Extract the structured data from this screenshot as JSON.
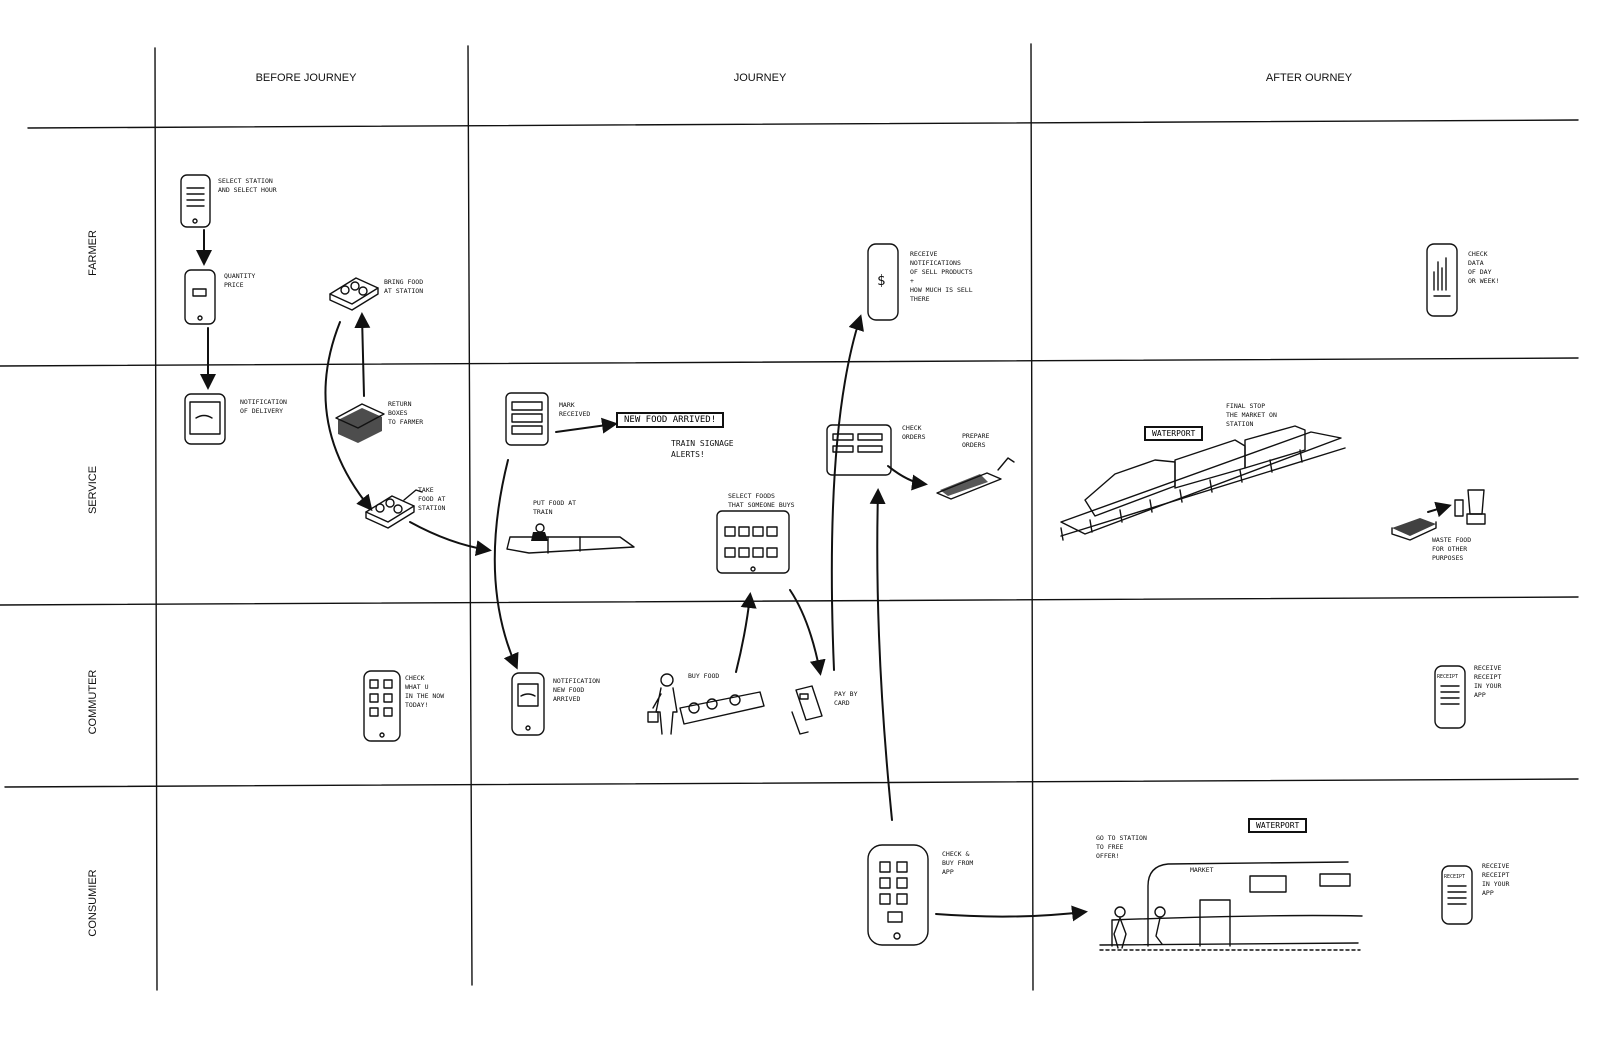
{
  "columns": [
    "BEFORE JOURNEY",
    "JOURNEY",
    "AFTER OURNEY"
  ],
  "rows": [
    "FARMER",
    "SERVICE",
    "COMMUTER",
    "CONSUMIER"
  ],
  "notes": {
    "select_station": "SELECT STATION\nAND SELECT HOUR",
    "quantity_price": "QUANTITY\nPRICE",
    "notification_delivery": "NOTIFICATION\nOF DELIVERY",
    "bring_food": "BRING FOOD\nAT STATION",
    "return_boxes": "RETURN\nBOXES\nTO FARMER",
    "take_food": "TAKE\nFOOD AT\nSTATION",
    "check_want": "CHECK\nWHAT U\nIN THE NOW\nTODAY!",
    "mark_received": "MARK\nRECEIVED",
    "new_food_sign": "NEW FOOD ARRIVED!",
    "train_alerts": "TRAIN SIGNAGE\nALERTS!",
    "put_food_train": "PUT FOOD AT\nTRAIN",
    "notification_new_food": "NOTIFICATION\nNEW FOOD\nARRIVED",
    "buy_food": "BUY FOOD",
    "select_foods": "SELECT FOODS\nTHAT SOMEONE BUYS",
    "pay_card": "PAY BY\nCARD",
    "receive_notifications": "RECEIVE\nNOTIFICATIONS\nOF SELL PRODUCTS\n+\nHOW MUCH IS SELL\nTHERE",
    "check_orders": "CHECK\nORDERS",
    "prepare_orders": "PREPARE\nORDERS",
    "check_buy_app": "CHECK &\nBUY FROM\nAPP",
    "check_data": "CHECK\nDATA\nOF DAY\nOR WEEK!",
    "final_stop": "FINAL STOP\nTHE MARKET ON\nSTATION",
    "sign_station": "WATERPORT",
    "waste_food": "WASTE FOOD\nFOR OTHER\nPURPOSES",
    "receive_receipt": "RECEIVE\nRECEIPT\nIN YOUR\nAPP",
    "go_to_station": "GO TO STATION\nTO FREE\nOFFER!",
    "market": "MARKET",
    "receipt_label": "RECEIPT",
    "sign_station_2": "WATERPORT"
  }
}
